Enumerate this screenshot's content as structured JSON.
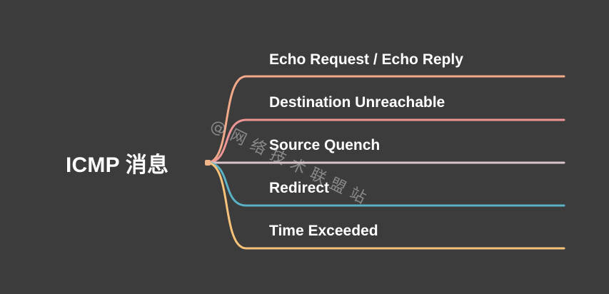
{
  "root": {
    "label": "ICMP 消息"
  },
  "branches": [
    {
      "label": "Echo Request / Echo Reply",
      "color": "#f2a98a"
    },
    {
      "label": "Destination Unreachable",
      "color": "#ee9595"
    },
    {
      "label": "Source Quench",
      "color": "#d9c3cc"
    },
    {
      "label": "Redirect",
      "color": "#5ab0c4"
    },
    {
      "label": "Time Exceeded",
      "color": "#f7c37a"
    }
  ],
  "watermark": "@网络技术联盟站"
}
